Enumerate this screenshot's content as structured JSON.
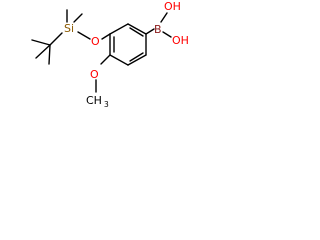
{
  "molecule": {
    "atoms": {
      "boron": "B",
      "hydroxyl_top": "OH",
      "hydroxyl_right": "OH",
      "ether_oxygen_silyl": "O",
      "silicon": "Si",
      "methoxy_oxygen": "O",
      "methyl_carbon": "CH",
      "methyl_subscript": "3"
    },
    "colors": {
      "boron": "#8B1A1A",
      "oxygen": "#FF0000",
      "silicon": "#8B5A00",
      "carbon": "#000000",
      "bond": "#000000"
    }
  }
}
